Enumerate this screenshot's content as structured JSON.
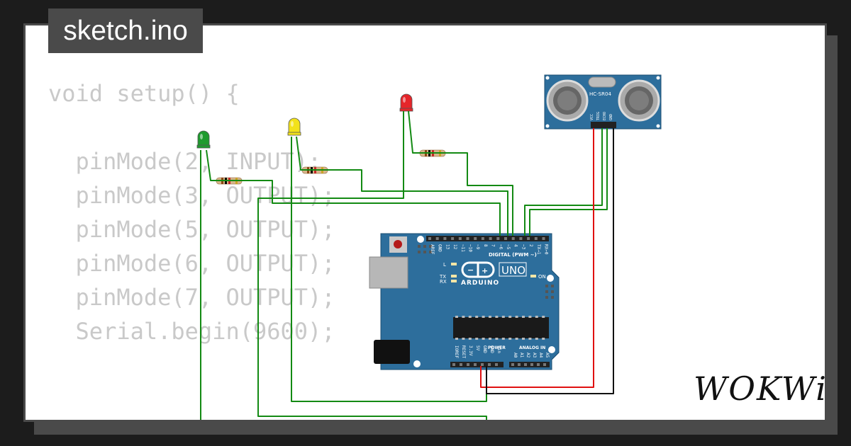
{
  "tab": {
    "filename": "sketch.ino"
  },
  "code": {
    "lines": [
      "void setup() {",
      "",
      "  pinMode(2, INPUT);",
      "  pinMode(3, OUTPUT);",
      "  pinMode(5, OUTPUT);",
      "  pinMode(6, OUTPUT);",
      "  pinMode(7, OUTPUT);",
      "  Serial.begin(9600);",
      "",
      "",
      "}"
    ]
  },
  "board": {
    "logo_text": "ARDUINO",
    "model": "UNO",
    "digital_label": "DIGITAL (PWM ~)",
    "power_label": "POWER",
    "analog_label": "ANALOG IN",
    "top_pins": [
      "AREF",
      "GND",
      "13",
      "12",
      "~11",
      "~10",
      "~9",
      "8",
      "7",
      "~6",
      "~5",
      "4",
      "~3",
      "2",
      "TX→1",
      "RX←0"
    ],
    "power_pins": [
      "IOREF",
      "RESET",
      "3.3V",
      "5V",
      "GND",
      "GND",
      "Vin"
    ],
    "analog_pins": [
      "A0",
      "A1",
      "A2",
      "A3",
      "A4",
      "A5"
    ],
    "led_labels": [
      "L",
      "TX",
      "RX",
      "ON"
    ]
  },
  "sensor": {
    "model": "HC-SR04",
    "pins": [
      "VCC",
      "TRIG",
      "ECHO",
      "GND"
    ]
  },
  "leds": [
    {
      "color": "green",
      "hex": "#1f9a2e"
    },
    {
      "color": "yellow",
      "hex": "#f2e21a"
    },
    {
      "color": "red",
      "hex": "#e5252a"
    }
  ],
  "wire_colors": {
    "signal": "#138a13",
    "power": "#e01010",
    "ground": "#111111"
  },
  "brand": {
    "logo": "WOKWi"
  }
}
